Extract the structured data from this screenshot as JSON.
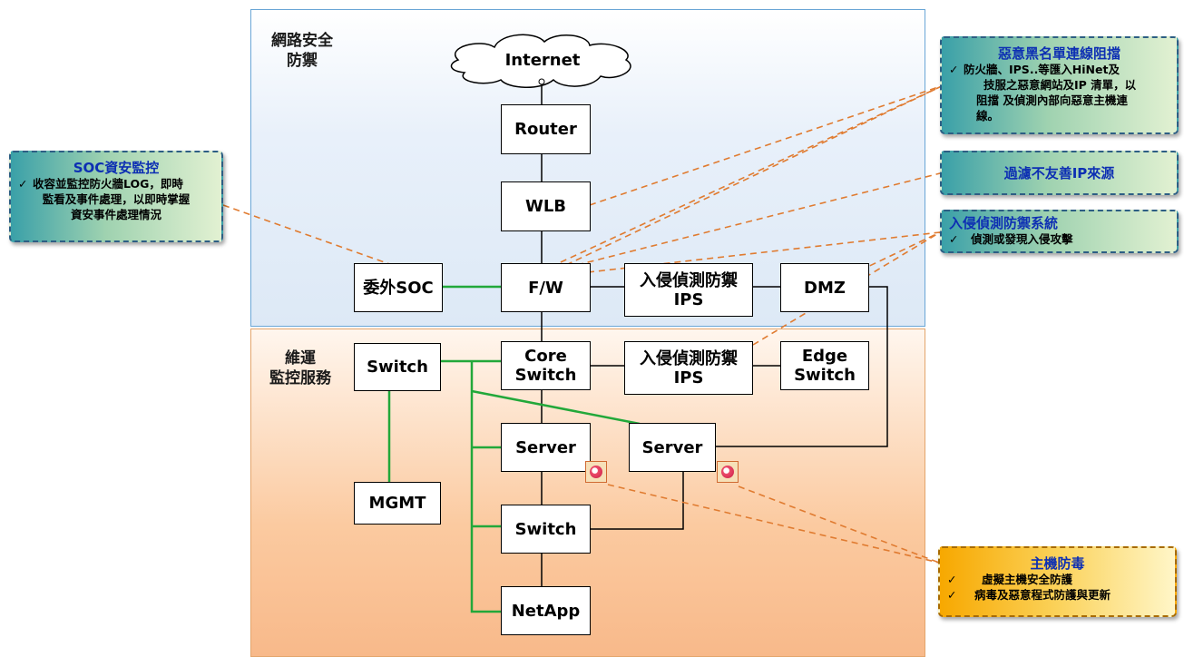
{
  "zones": {
    "network_security": "網路安全\n防禦",
    "ops_monitoring": "維運\n監控服務"
  },
  "nodes": {
    "internet": "Internet",
    "router": "Router",
    "wlb": "WLB",
    "soc_outsourced": "委外SOC",
    "firewall": "F/W",
    "ips_top": "入侵偵測防禦\nIPS",
    "dmz": "DMZ",
    "switch_mgmt": "Switch",
    "core_switch": "Core\nSwitch",
    "ips_bottom": "入侵偵測防禦\nIPS",
    "edge_switch": "Edge\nSwitch",
    "server_left": "Server",
    "server_right": "Server",
    "mgmt": "MGMT",
    "switch_storage": "Switch",
    "netapp": "NetApp"
  },
  "callouts": {
    "soc": {
      "title": "SOC資安監控",
      "lines": [
        "收容並監控防火牆LOG，即時",
        "監看及事件處理，以即時掌握",
        "資安事件處理情況"
      ]
    },
    "blacklist": {
      "title": "惡意黑名單連線阻擋",
      "lines": [
        "防火牆、IPS..等匯入HiNet及",
        "技服之惡意網站及IP 清單，以",
        "阻擋 及偵測內部向惡意主機連",
        "線。"
      ]
    },
    "filter": {
      "title": "過濾不友善IP來源"
    },
    "ids": {
      "title": "入侵偵測防禦系統",
      "lines": [
        "偵測或發現入侵攻擊"
      ]
    },
    "antivirus": {
      "title": "主機防毒",
      "lines": [
        "虛擬主機安全防護",
        "病毒及惡意程式防護與更新"
      ]
    }
  },
  "check_mark": "✓",
  "colors": {
    "link_green": "#22a83a",
    "dashed_orange": "#e07b30"
  }
}
